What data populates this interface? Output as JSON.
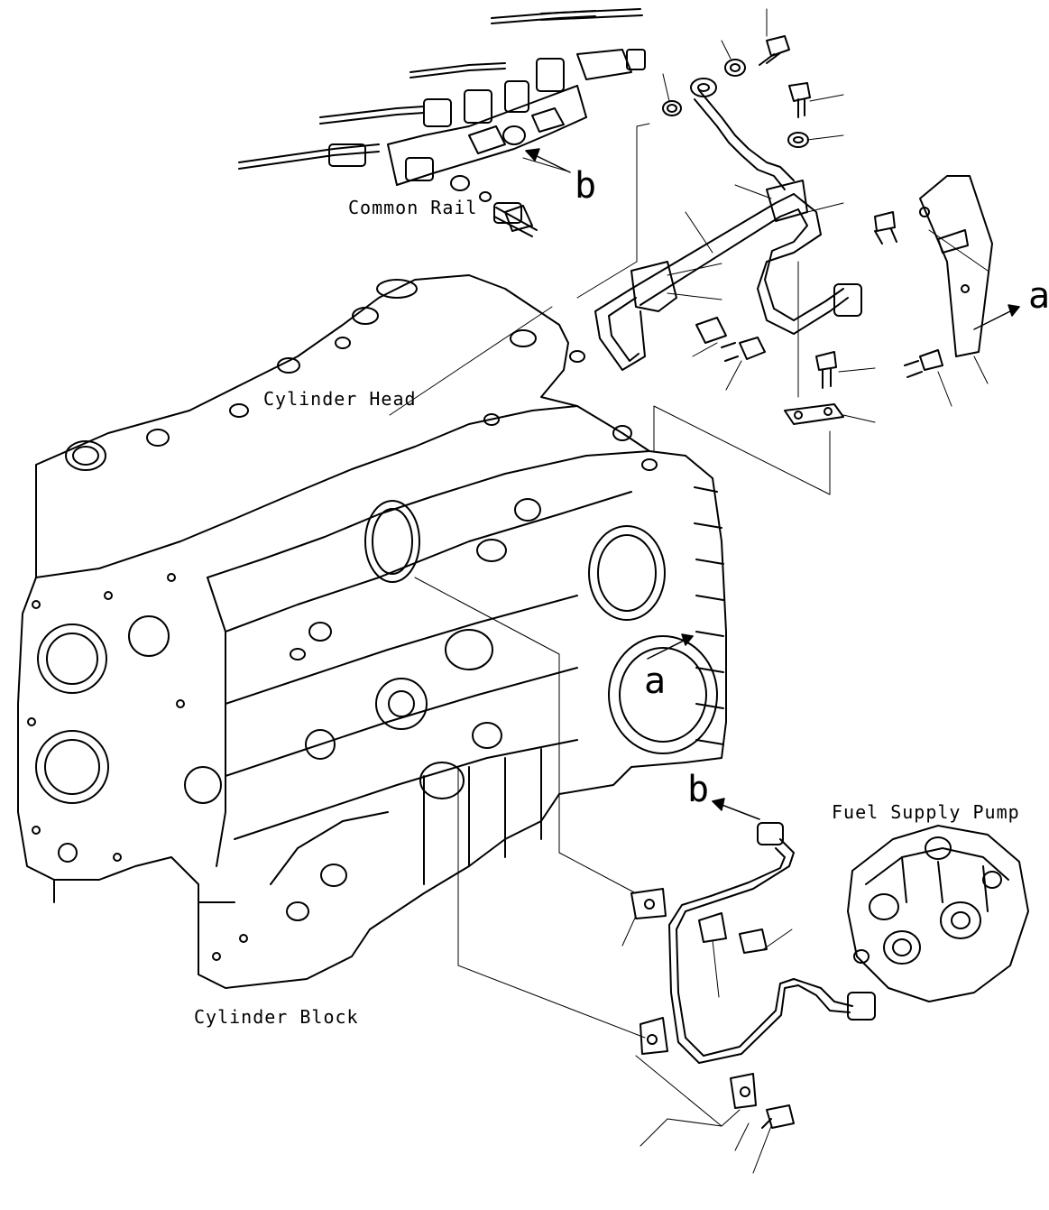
{
  "labels": {
    "common_rail": "Common Rail",
    "cylinder_head": "Cylinder Head",
    "cylinder_block": "Cylinder Block",
    "fuel_supply_pump": "Fuel Supply Pump",
    "ref_a_upper": "a",
    "ref_a_lower": "a",
    "ref_b_upper": "b",
    "ref_b_lower": "b"
  }
}
